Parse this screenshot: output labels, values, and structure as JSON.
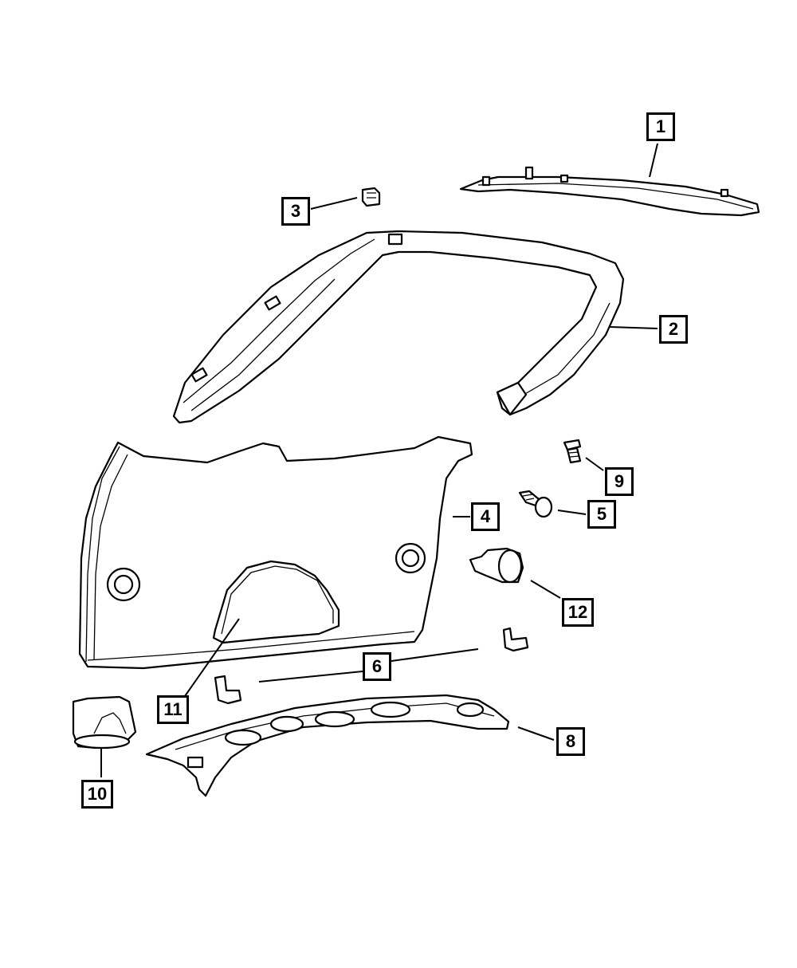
{
  "callouts": {
    "c1": "1",
    "c2": "2",
    "c3": "3",
    "c4": "4",
    "c5": "5",
    "c6": "6",
    "c8": "8",
    "c9": "9",
    "c10": "10",
    "c11": "11",
    "c12": "12"
  }
}
